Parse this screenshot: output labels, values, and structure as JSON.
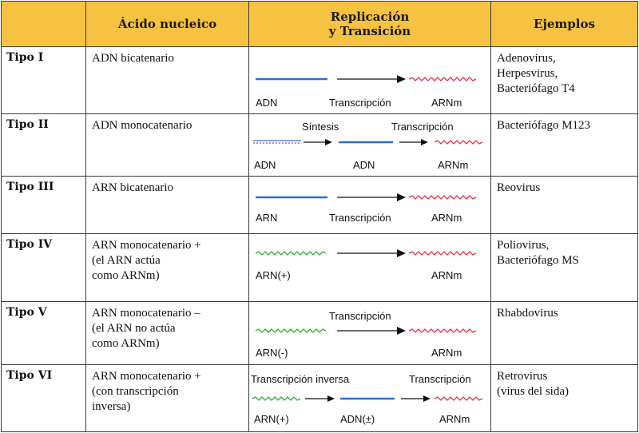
{
  "header": {
    "col_type": "",
    "col_acid": "Ácido nucleico",
    "col_repl_line1": "Replicación",
    "col_repl_line2": "y Transición",
    "col_examples": "Ejemplos"
  },
  "colors": {
    "header_bg": "#f6c242",
    "dna_line": "#2f6fd6",
    "mrna_line": "#e6304a",
    "rna_plus_line": "#2fae2f",
    "arrow": "#111111"
  },
  "rows": [
    {
      "type": "Tipo I",
      "acid": "ADN bicatenario",
      "examples": "Adenovirus,\nHerpesvirus,\nBacteriófago T4",
      "above1": "",
      "above2": "",
      "left": "ADN",
      "mid": "Transcripción",
      "right": "ARNm"
    },
    {
      "type": "Tipo II",
      "acid": "ADN monocatenario",
      "examples": "Bacteriófago M123",
      "above1": "Síntesis",
      "above2": "Transcripción",
      "left": "ADN",
      "mid": "ADN",
      "right": "ARNm"
    },
    {
      "type": "Tipo III",
      "acid": "ARN bicatenario",
      "examples": "Reovirus",
      "above1": "",
      "above2": "",
      "left": "ARN",
      "mid": "Transcripción",
      "right": "ARNm"
    },
    {
      "type": "Tipo IV",
      "acid": "ARN monocatenario +\n(el ARN actúa\ncomo ARNm)",
      "examples": "Poliovirus,\nBacteriófago MS",
      "above1": "",
      "above2": "",
      "left": "ARN(+)",
      "mid": "",
      "right": "ARNm"
    },
    {
      "type": "Tipo V",
      "acid": "ARN monocatenario –\n(el ARN no actúa\ncomo ARNm)",
      "examples": "Rhabdovirus",
      "above1": "Transcripción",
      "above2": "",
      "left": "ARN(-)",
      "mid": "",
      "right": "ARNm"
    },
    {
      "type": "Tipo VI",
      "acid": "ARN monocatenario +\n(con transcripción\ninversa)",
      "examples": "Retrovirus\n(virus del sida)",
      "above1": "Transcripción inversa",
      "above2": "Transcripción",
      "left": "ARN(+)",
      "mid": "ADN(±)",
      "right": "ARNm"
    }
  ]
}
